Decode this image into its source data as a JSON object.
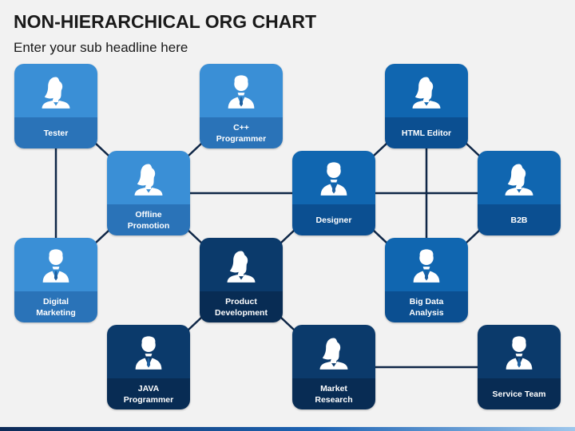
{
  "header": {
    "title": "NON-HIERARCHICAL ORG CHART",
    "subtitle": "Enter your sub headline here"
  },
  "colors": {
    "light_top": "#3a8fd6",
    "light_bot": "#2a73b8",
    "mid_top": "#1066b0",
    "mid_bot": "#0b4f91",
    "dark_top": "#0b3a6b",
    "dark_bot": "#082c54",
    "line": "#0f2747"
  },
  "nodes": [
    {
      "id": "tester",
      "label": "Tester",
      "tone": "light",
      "figure": "female"
    },
    {
      "id": "cpp-programmer",
      "label": "C++\nProgrammer",
      "tone": "light",
      "figure": "male"
    },
    {
      "id": "html-editor",
      "label": "HTML Editor",
      "tone": "mid",
      "figure": "female"
    },
    {
      "id": "offline-promotion",
      "label": "Offline\nPromotion",
      "tone": "light",
      "figure": "female"
    },
    {
      "id": "designer",
      "label": "Designer",
      "tone": "mid",
      "figure": "male"
    },
    {
      "id": "b2b",
      "label": "B2B",
      "tone": "mid",
      "figure": "female"
    },
    {
      "id": "digital-marketing",
      "label": "Digital\nMarketing",
      "tone": "light",
      "figure": "male"
    },
    {
      "id": "product-development",
      "label": "Product\nDevelopment",
      "tone": "dark",
      "figure": "female"
    },
    {
      "id": "big-data-analysis",
      "label": "Big Data\nAnalysis",
      "tone": "mid",
      "figure": "male"
    },
    {
      "id": "java-programmer",
      "label": "JAVA\nProgrammer",
      "tone": "dark",
      "figure": "male"
    },
    {
      "id": "market-research",
      "label": "Market\nResearch",
      "tone": "dark",
      "figure": "female"
    },
    {
      "id": "service-team",
      "label": "Service Team",
      "tone": "dark",
      "figure": "male"
    }
  ],
  "edges": [
    [
      "tester",
      "digital-marketing"
    ],
    [
      "tester",
      "offline-promotion"
    ],
    [
      "offline-promotion",
      "digital-marketing"
    ],
    [
      "offline-promotion",
      "cpp-programmer"
    ],
    [
      "offline-promotion",
      "designer"
    ],
    [
      "offline-promotion",
      "product-development"
    ],
    [
      "designer",
      "b2b"
    ],
    [
      "designer",
      "html-editor"
    ],
    [
      "designer",
      "big-data-analysis"
    ],
    [
      "html-editor",
      "b2b"
    ],
    [
      "html-editor",
      "big-data-analysis"
    ],
    [
      "b2b",
      "big-data-analysis"
    ],
    [
      "product-development",
      "designer"
    ],
    [
      "product-development",
      "java-programmer"
    ],
    [
      "product-development",
      "market-research"
    ],
    [
      "market-research",
      "service-team"
    ]
  ]
}
